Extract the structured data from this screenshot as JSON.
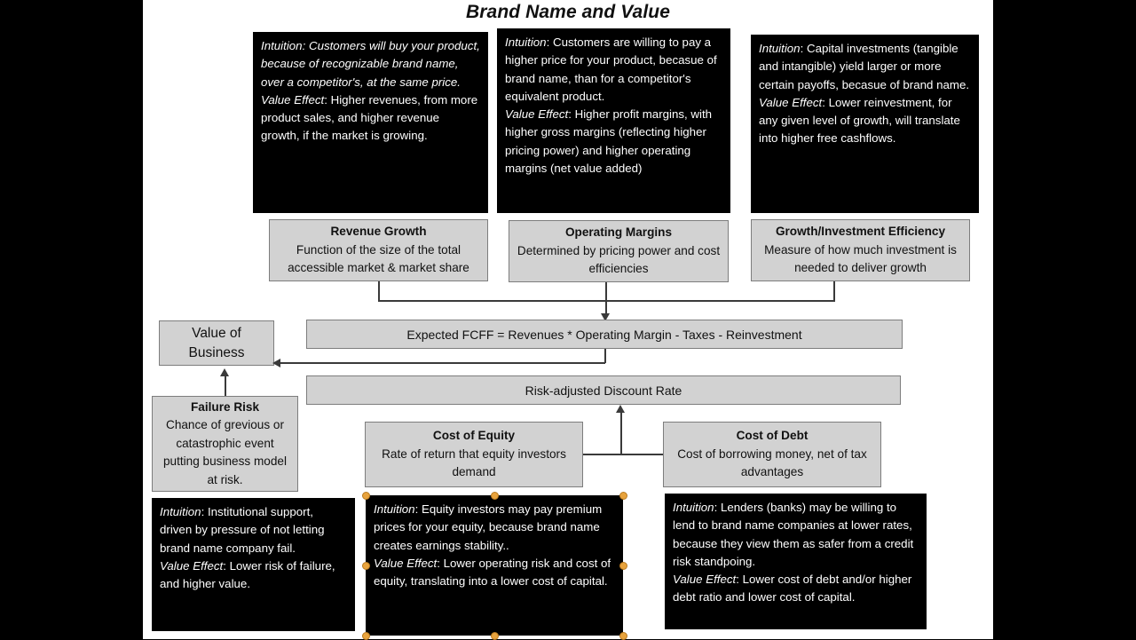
{
  "slide": {
    "title": "Brand Name and Value",
    "background_color": "#ffffff",
    "letterbox_color": "#000000",
    "box_fill_gray": "#d2d2d2",
    "box_fill_black": "#000000",
    "selection_handle_color": "#e8a33d"
  },
  "callouts": {
    "revenue_growth": {
      "intuition_label": "Intuition",
      "intuition_text": ": Customers will buy your product, because of recognizable brand name, over a competitor's, at the same price.",
      "value_effect_label": "Value Effect",
      "value_effect_text": ": Higher revenues, from more product sales, and higher revenue growth, if the market is growing."
    },
    "operating_margins": {
      "intuition_label": "Intuition",
      "intuition_text": ": Customers are willing to pay a higher price for your product, becasue of brand name, than for a competitor's equivalent product.",
      "value_effect_label": "Value Effect",
      "value_effect_text": ": Higher profit margins, with higher gross margins (reflecting higher pricing power) and higher operating margins (net value added)"
    },
    "growth_efficiency": {
      "intuition_label": "Intuition",
      "intuition_text": ": Capital investments (tangible and intangible) yield larger or more certain payoffs, becasue of brand name.",
      "value_effect_label": "Value Effect",
      "value_effect_text": ": Lower reinvestment, for any given level of growth, will translate into higher free cashflows."
    },
    "failure_risk": {
      "intuition_label": "Intuition",
      "intuition_text": ": Institutional support, driven by pressure of not letting brand name company fail.",
      "value_effect_label": "Value Effect",
      "value_effect_text": ": Lower risk of failure, and higher value."
    },
    "cost_of_equity": {
      "intuition_label": "Intuition",
      "intuition_text": ": Equity investors may pay premium prices for your equity, because brand name creates earnings stability..",
      "value_effect_label": "Value Effect",
      "value_effect_text": ": Lower operating risk and cost of equity, translating into a lower cost of capital."
    },
    "cost_of_debt": {
      "intuition_label": "Intuition",
      "intuition_text": ": Lenders (banks) may be willing to lend to brand name companies at lower rates, because they view them as safer from a credit risk standpoing.",
      "value_effect_label": "Value Effect",
      "value_effect_text": ": Lower cost of debt and/or higher debt ratio and lower cost of capital."
    }
  },
  "drivers": {
    "revenue_growth": {
      "heading": "Revenue Growth",
      "body": "Function of the size of the total accessible market & market share"
    },
    "operating_margins": {
      "heading": "Operating Margins",
      "body": "Determined by pricing power and cost efficiencies"
    },
    "growth_efficiency": {
      "heading": "Growth/Investment Efficiency",
      "body": "Measure of how much investment is needed to deliver growth"
    },
    "failure_risk": {
      "heading": "Failure Risk",
      "body": "Chance of grevious or catastrophic event putting business model at risk."
    },
    "cost_of_equity": {
      "heading": "Cost of Equity",
      "body": "Rate of return that equity investors demand"
    },
    "cost_of_debt": {
      "heading": "Cost of Debt",
      "body": "Cost of borrowing money, net of tax advantages"
    }
  },
  "core": {
    "value_of_business_line1": "Value of",
    "value_of_business_line2": "Business",
    "fcff": "Expected FCFF = Revenues * Operating Margin - Taxes - Reinvestment",
    "discount_rate": "Risk-adjusted Discount Rate"
  }
}
